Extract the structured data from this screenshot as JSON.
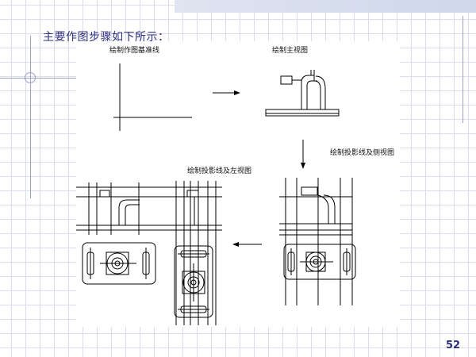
{
  "slide": {
    "heading": "主要作图步骤如下所示：",
    "page_number": "52"
  },
  "steps": {
    "step1_label": "绘制作图基准线",
    "step2_label": "绘制主视图",
    "step3_label": "绘制投影线及侧视图",
    "step4_label": "绘制投影线及左视图"
  },
  "colors": {
    "heading": "#2b2e7e",
    "grid": "#dcdcec",
    "line": "#000000"
  }
}
